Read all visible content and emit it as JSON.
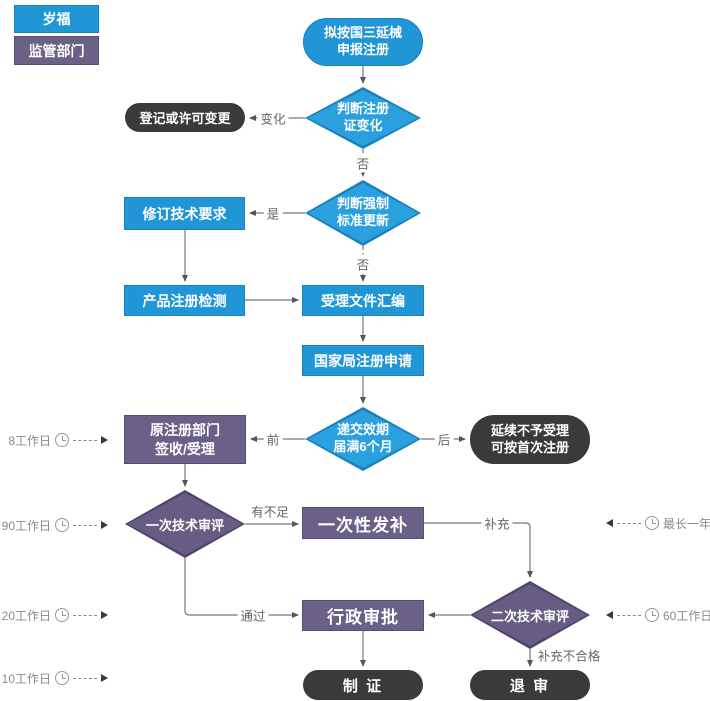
{
  "legend": {
    "applicant": "岁福",
    "regulator": "监管部门"
  },
  "colors": {
    "applicant_blue": "#2196d6",
    "regulator_purple": "#6a6088",
    "terminal_dark": "#3a3a3a",
    "connector_gray": "#777777"
  },
  "nodes": {
    "start": "拟按国三延械\n申报注册",
    "check_cert_change": "判断注册\n证变化",
    "reg_or_license_change": "登记或许可变更",
    "check_standard_update": "判断强制\n标准更新",
    "revise_tech": "修订技术要求",
    "product_test": "产品注册检测",
    "dossier": "受理文件汇编",
    "nmpa_apply": "国家局注册申请",
    "deadline_check": "递交效期\n届满6个月",
    "accept": "原注册部门\n签收/受理",
    "reject": "延续不予受理\n可按首次注册",
    "review1": "一次技术审评",
    "supplement": "一次性发补",
    "approval": "行政审批",
    "review2": "二次技术审评",
    "certify": "制 证",
    "retreat": "退 审"
  },
  "edge_labels": {
    "changed": "变化",
    "no1": "否",
    "yes": "是",
    "no2": "否",
    "before": "前",
    "after": "后",
    "insufficient": "有不足",
    "supplement": "补充",
    "pass": "通过",
    "fail": "补充不合格"
  },
  "time_labels": {
    "d8": "8工作日",
    "d90": "90工作日",
    "d20": "20工作日",
    "d10": "10工作日",
    "max1y": "最长一年",
    "d60": "60工作日"
  }
}
